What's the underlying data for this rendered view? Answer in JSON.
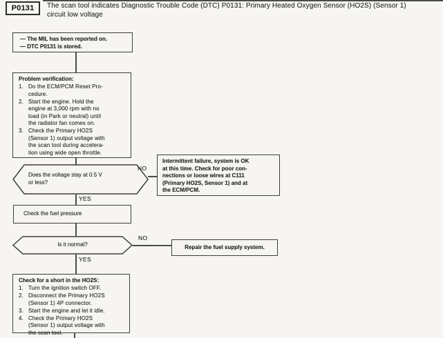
{
  "header": {
    "code": "P0131",
    "description": "The scan tool indicates Diagnostic Trouble Code (DTC) P0131: Primary Heated Oxygen Sensor (HO2S) (Sensor 1)\ncircuit low voltage"
  },
  "flowchart": {
    "mil_box": {
      "line1": "— The MIL has been reported on.",
      "line2": "— DTC P0131 is stored."
    },
    "problem_verification": {
      "title": "Problem verification:",
      "steps": [
        {
          "num": "1.",
          "text": "Do the ECM/PCM Reset Pro-\ncedure."
        },
        {
          "num": "2.",
          "text": "Start the engine. Hold the\nengine at 3,000 rpm with no\nload (in Park or neutral) until\nthe radiator fan comes on."
        },
        {
          "num": "3.",
          "text": "Check the Primary HO2S\n(Sensor 1) output voltage with\nthe scan tool during accelera-\ntion using wide open throttle."
        }
      ]
    },
    "decision_voltage": {
      "question": "Does the voltage stay at 0.5 V\nor less?",
      "no_label": "NO",
      "yes_label": "YES"
    },
    "intermittent_box": {
      "text": "Intermittent failure, system is OK\nat this time. Check for poor con-\nnections or loose wires at C111\n(Primary HO2S, Sensor 1) and at\nthe ECM/PCM."
    },
    "fuel_pressure_box": {
      "text": "Check the fuel pressure"
    },
    "decision_normal": {
      "question": "Is it normal?",
      "no_label": "NO",
      "yes_label": "YES"
    },
    "repair_box": {
      "text": "Repair the fuel supply system."
    },
    "short_check": {
      "title": "Check for a short in the HO2S:",
      "steps": [
        {
          "num": "1.",
          "text": "Turn the ignition switch OFF."
        },
        {
          "num": "2.",
          "text": "Disconnect the Primary HO2S\n(Sensor 1) 4P connector."
        },
        {
          "num": "3.",
          "text": "Start the engine and let it idle."
        },
        {
          "num": "4.",
          "text": "Check the Primary HO2S\n(Sensor 1) output voltage with\nthe scan tool."
        }
      ]
    }
  }
}
